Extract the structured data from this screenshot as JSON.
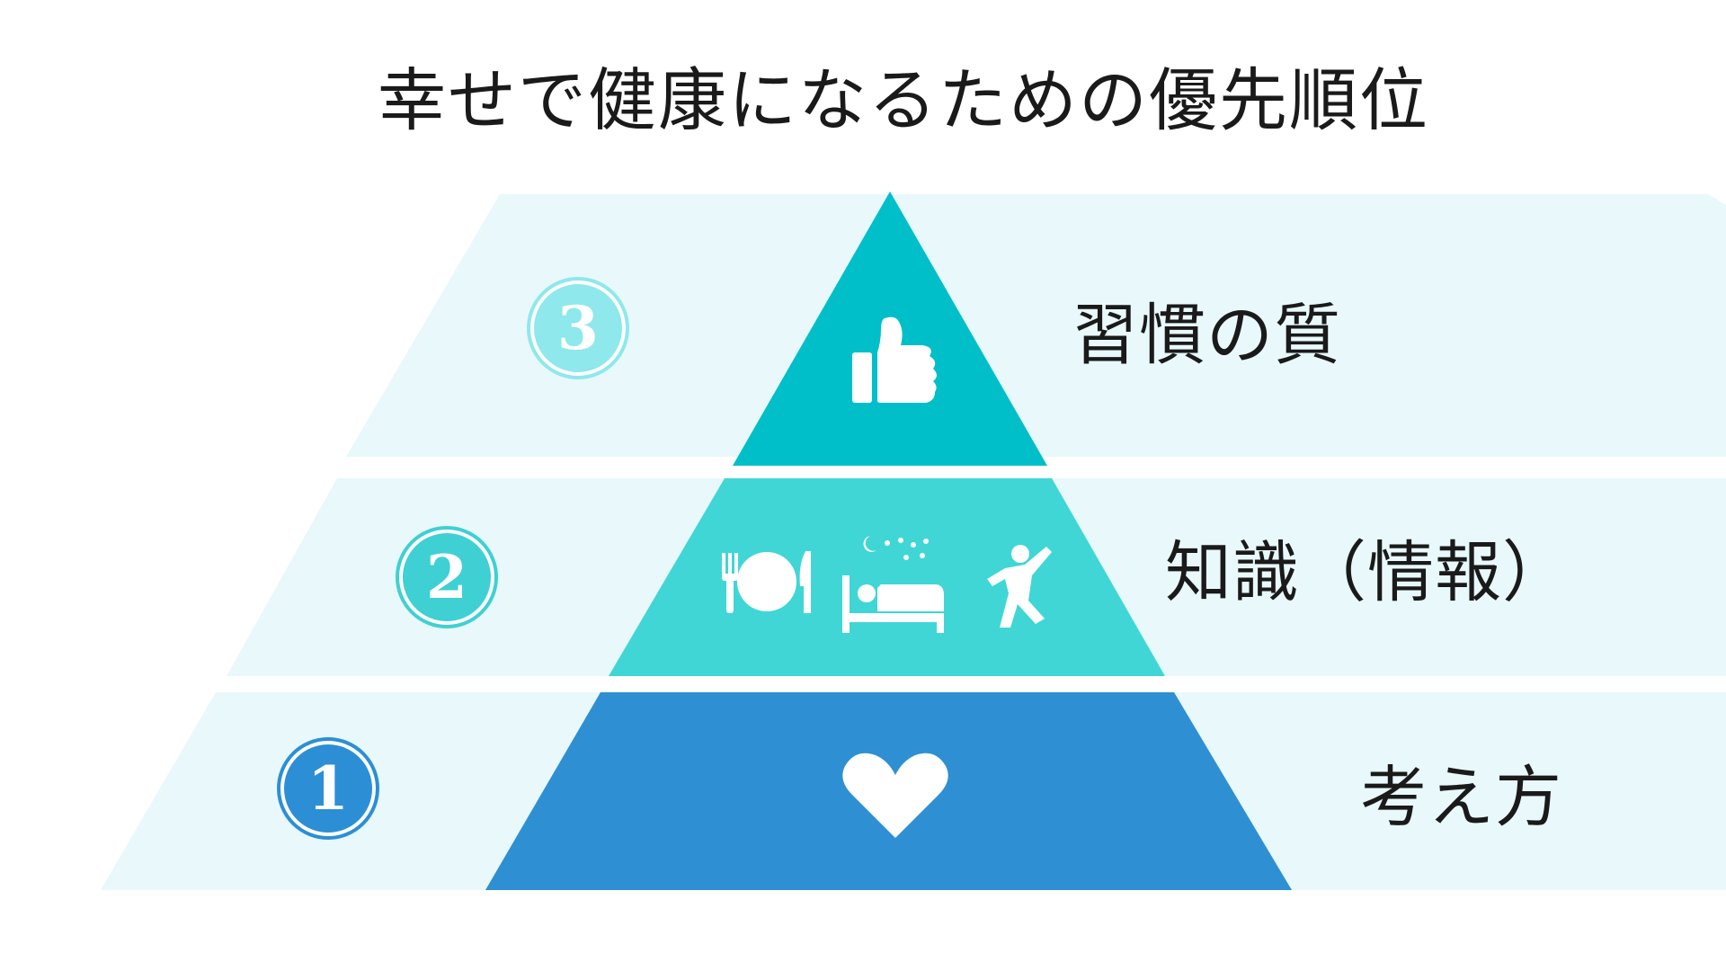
{
  "title": "幸せで健康になるための優先順位",
  "colors": {
    "background": "#ffffff",
    "band": "#e8f8fb",
    "tier_top": "#00bfc8",
    "tier_middle": "#40d6d6",
    "tier_bottom": "#2f8fd3",
    "badge_3": "#8ee8ec",
    "badge_2": "#3fd0d3",
    "badge_1": "#2c8fd6",
    "text": "#1a1a1a",
    "icon": "#ffffff"
  },
  "tiers": [
    {
      "rank": "3",
      "label": "習慣の質",
      "icons": [
        "thumbs-up-icon"
      ]
    },
    {
      "rank": "2",
      "label": "知識（情報）",
      "icons": [
        "plate-cutlery-icon",
        "sleep-bed-icon",
        "exercise-person-icon"
      ]
    },
    {
      "rank": "1",
      "label": "考え方",
      "icons": [
        "heart-icon"
      ]
    }
  ]
}
